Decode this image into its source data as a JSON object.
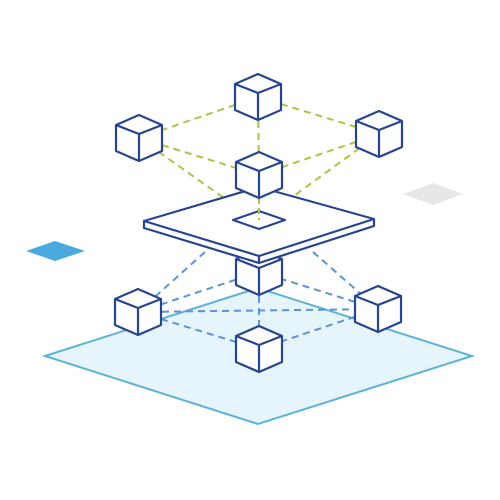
{
  "diagram": {
    "kind": "isometric-network",
    "colors": {
      "line": "#27458f",
      "upper_dash": "#a9c547",
      "lower_dash": "#5f93d8",
      "base_fill": "#e6f5fb",
      "base_stroke": "#5fb2d8",
      "accent_left": "#4aa9de",
      "accent_right": "#e7e7e7",
      "cube_fill": "#ffffff"
    },
    "levels": {
      "upper": {
        "node_count": 4,
        "nodes": [
          "top-node",
          "left-node",
          "right-node",
          "center-node"
        ],
        "links": "dashed-mesh"
      },
      "platform": {
        "has_center_port": true
      },
      "lower": {
        "node_count": 3,
        "nodes": [
          "left-node",
          "right-node",
          "front-node"
        ],
        "links": "dashed-mesh"
      },
      "base": {
        "shape": "diamond-plane"
      }
    }
  }
}
